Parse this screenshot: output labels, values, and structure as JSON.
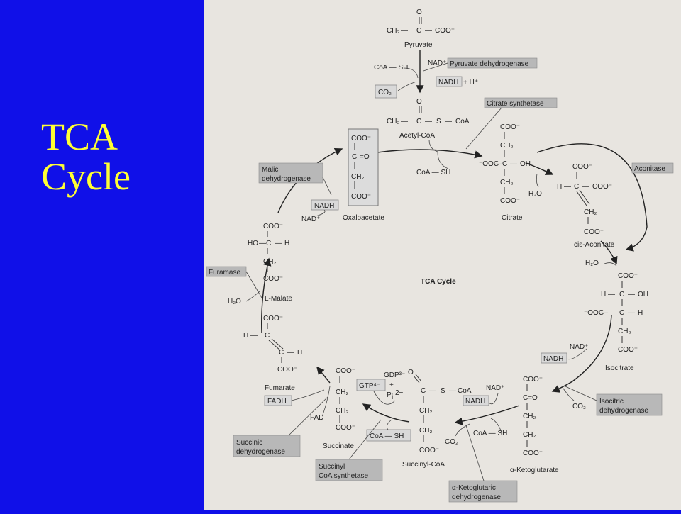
{
  "slide": {
    "title_line1": "TCA",
    "title_line2": "Cycle"
  },
  "diagram": {
    "center_title": "TCA Cycle",
    "molecules": {
      "pyruvate": "Pyruvate",
      "acetyl_coa": "Acetyl-CoA",
      "oxaloacetate": "Oxaloacetate",
      "citrate": "Citrate",
      "cis_aconitate": "cis-Aconitate",
      "isocitrate": "Isocitrate",
      "alpha_ketoglutarate": "α-Ketoglutarate",
      "succinyl_coa": "Succinyl-CoA",
      "succinate": "Succinate",
      "fumarate": "Fumarate",
      "l_malate": "L-Malate"
    },
    "enzymes": {
      "pyruvate_dehydrogenase": "Pyruvate dehydrogenase",
      "citrate_synthetase": "Citrate synthetase",
      "aconitase": "Aconitase",
      "isocitric_1": "Isocitric",
      "isocitric_2": "dehydrogenase",
      "akg_1": "α-Ketoglutaric",
      "akg_2": "dehydrogenase",
      "succinyl_1": "Succinyl",
      "succinyl_2": "CoA synthetase",
      "succinic_1": "Succinic",
      "succinic_2": "dehydrogenase",
      "furamase": "Furamase",
      "malic_1": "Malic",
      "malic_2": "dehydrogenase"
    },
    "cofactors": {
      "nadh": "NADH",
      "nad_plus": "NAD⁺",
      "co2": "CO₂",
      "h2o": "H₂O",
      "coa_sh": "CoA — SH",
      "gtp": "GTP⁴⁻",
      "gdp": "GDP³⁻",
      "pi": "P",
      "fadh": "FADH",
      "fad": "FAD",
      "h_plus": "+ H⁺",
      "plus": "+"
    },
    "groups": {
      "coo": "COO⁻",
      "ooc": "⁻OOC",
      "ch2": "CH₂",
      "ch3": "CH₃",
      "c": "C",
      "o": "O",
      "oh": "OH",
      "ho": "HO",
      "h": "H",
      "s": "S",
      "coa": "CoA",
      "eq_o": "=O",
      "c_eq_o": "C=O",
      "dash": "—",
      "subscript_i": "i",
      "charge_2minus": "2−"
    }
  }
}
